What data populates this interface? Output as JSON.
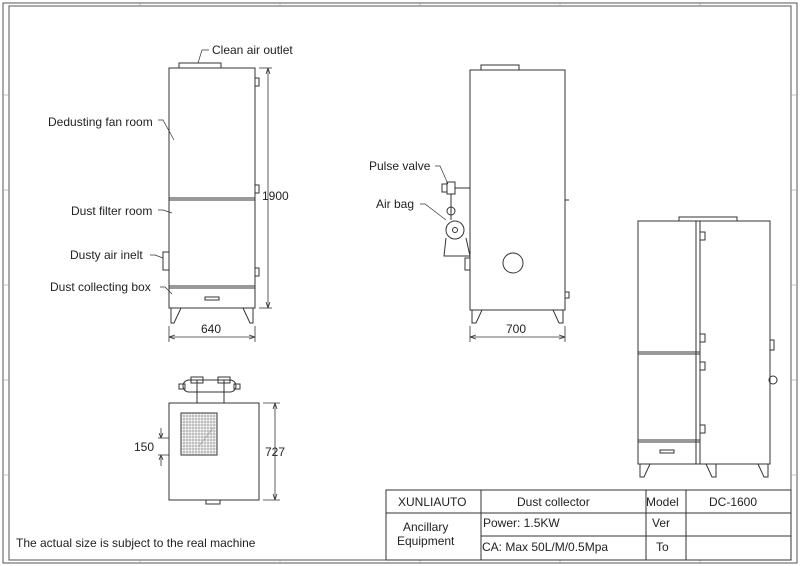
{
  "labels": {
    "clean_air_outlet": "Clean air outlet",
    "dedusting_fan_room": "Dedusting fan room",
    "dust_filter_room": "Dust filter room",
    "dusty_air_inlet": "Dusty air inelt",
    "dust_collecting_box": "Dust collecting box",
    "pulse_valve": "Pulse valve",
    "air_bag": "Air bag"
  },
  "dimensions": {
    "front_height": "1900",
    "front_width": "640",
    "side_depth": "700",
    "top_depth": "727",
    "top_offset": "150"
  },
  "note": "The actual size is subject to the real machine",
  "title_block": {
    "company": "XUNLIAUTO",
    "product": "Dust collector",
    "model_label": "Model",
    "model_value": "DC-1600",
    "category_line1": "Ancillary",
    "category_line2": "Equipment",
    "power": "Power: 1.5KW",
    "ver_label": "Ver",
    "ca": "CA: Max 50L/M/0.5Mpa",
    "to_label": "To"
  }
}
